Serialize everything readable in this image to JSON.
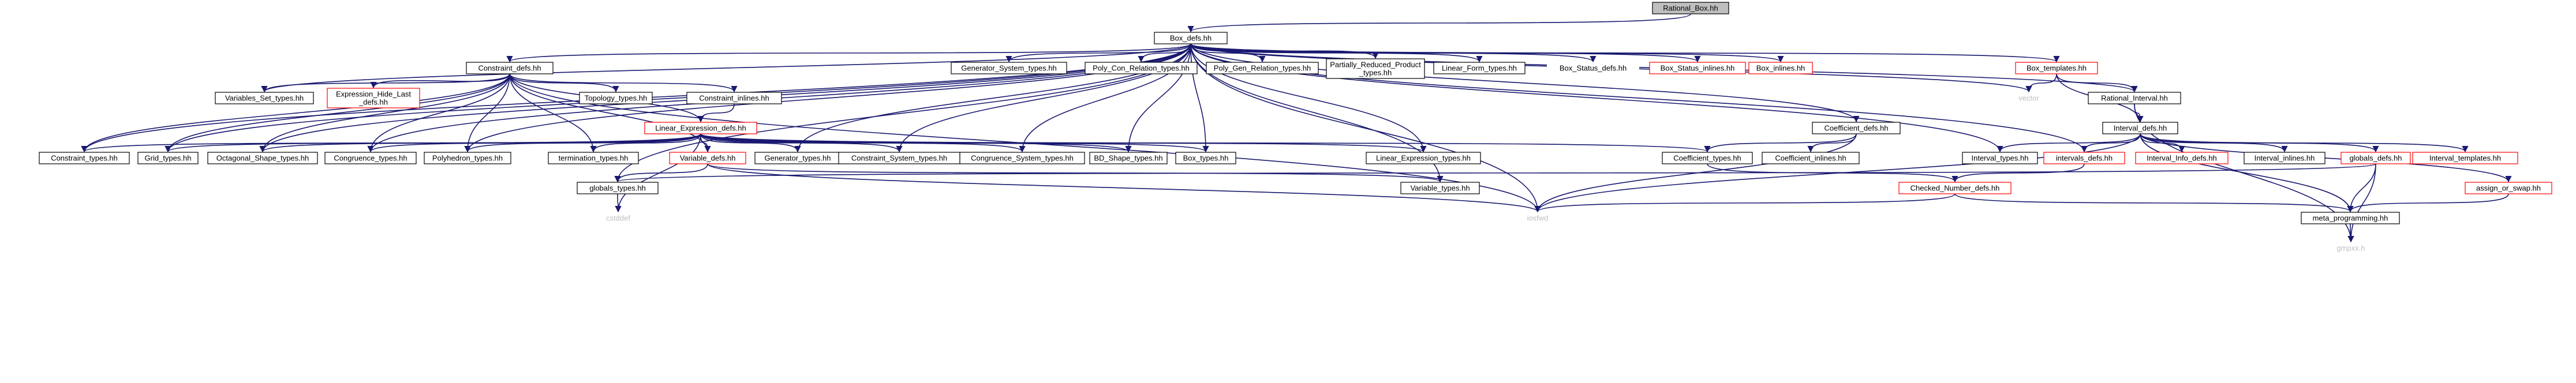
{
  "colors": {
    "edge": "#191970",
    "node_border": "#000000",
    "node_border_red": "#ff0000",
    "node_border_grey": "#bfbfbf",
    "node_fill": "#ffffff",
    "root_fill": "#bfbfbf",
    "text": "#000000",
    "text_grey": "#bfbfbf"
  },
  "nodes": {
    "rational_box": {
      "label": "Rational_Box.hh",
      "kind": "root"
    },
    "box_defs": {
      "label": "Box_defs.hh",
      "kind": "normal"
    },
    "constraint_defs": {
      "label": "Constraint_defs.hh",
      "kind": "normal"
    },
    "gen_sys_types": {
      "label": "Generator_System_types.hh",
      "kind": "normal"
    },
    "poly_con_rel": {
      "label": "Poly_Con_Relation_types.hh",
      "kind": "normal"
    },
    "poly_gen_rel": {
      "label": "Poly_Gen_Relation_types.hh",
      "kind": "normal"
    },
    "partially_reduced": {
      "label": "Partially_Reduced_Product\n_types.hh",
      "kind": "normal"
    },
    "linear_form_types": {
      "label": "Linear_Form_types.hh",
      "kind": "normal"
    },
    "box_status_defs": {
      "label": "Box_Status_defs.hh",
      "kind": "plain"
    },
    "box_status_inlines": {
      "label": "Box_Status_inlines.hh",
      "kind": "red"
    },
    "box_inlines": {
      "label": "Box_inlines.hh",
      "kind": "red"
    },
    "box_templates": {
      "label": "Box_templates.hh",
      "kind": "red"
    },
    "vector": {
      "label": "vector",
      "kind": "grey"
    },
    "rational_interval": {
      "label": "Rational_Interval.hh",
      "kind": "normal"
    },
    "variables_set_types": {
      "label": "Variables_Set_types.hh",
      "kind": "normal"
    },
    "expression_hide_last": {
      "label": "Expression_Hide_Last\n_defs.hh",
      "kind": "red"
    },
    "topology_types": {
      "label": "Topology_types.hh",
      "kind": "normal"
    },
    "constraint_inlines": {
      "label": "Constraint_inlines.hh",
      "kind": "normal"
    },
    "linear_expression_defs": {
      "label": "Linear_Expression_defs.hh",
      "kind": "red"
    },
    "coefficient_defs": {
      "label": "Coefficient_defs.hh",
      "kind": "normal"
    },
    "interval_defs": {
      "label": "Interval_defs.hh",
      "kind": "normal"
    },
    "constraint_types": {
      "label": "Constraint_types.hh",
      "kind": "normal"
    },
    "grid_types": {
      "label": "Grid_types.hh",
      "kind": "normal"
    },
    "octagonal_shape_types": {
      "label": "Octagonal_Shape_types.hh",
      "kind": "normal"
    },
    "congruence_types": {
      "label": "Congruence_types.hh",
      "kind": "normal"
    },
    "polyhedron_types": {
      "label": "Polyhedron_types.hh",
      "kind": "normal"
    },
    "termination_types": {
      "label": "termination_types.hh",
      "kind": "normal"
    },
    "variable_defs": {
      "label": "Variable_defs.hh",
      "kind": "red"
    },
    "generator_types": {
      "label": "Generator_types.hh",
      "kind": "normal"
    },
    "constraint_system_types": {
      "label": "Constraint_System_types.hh",
      "kind": "normal"
    },
    "congruence_system_types": {
      "label": "Congruence_System_types.hh",
      "kind": "normal"
    },
    "bd_shape_types": {
      "label": "BD_Shape_types.hh",
      "kind": "normal"
    },
    "box_types": {
      "label": "Box_types.hh",
      "kind": "normal"
    },
    "linear_expression_types": {
      "label": "Linear_Expression_types.hh",
      "kind": "normal"
    },
    "coefficient_types": {
      "label": "Coefficient_types.hh",
      "kind": "normal"
    },
    "coefficient_inlines": {
      "label": "Coefficient_inlines.hh",
      "kind": "normal"
    },
    "interval_types": {
      "label": "Interval_types.hh",
      "kind": "normal"
    },
    "intervals_defs": {
      "label": "intervals_defs.hh",
      "kind": "red"
    },
    "interval_info_defs": {
      "label": "Interval_Info_defs.hh",
      "kind": "red"
    },
    "interval_inlines": {
      "label": "Interval_inlines.hh",
      "kind": "normal"
    },
    "globals_defs": {
      "label": "globals_defs.hh",
      "kind": "red"
    },
    "interval_templates": {
      "label": "Interval_templates.hh",
      "kind": "red"
    },
    "assign_or_swap": {
      "label": "assign_or_swap.hh",
      "kind": "red"
    },
    "globals_types": {
      "label": "globals_types.hh",
      "kind": "normal"
    },
    "variable_types": {
      "label": "Variable_types.hh",
      "kind": "normal"
    },
    "checked_number_defs": {
      "label": "Checked_Number_defs.hh",
      "kind": "red"
    },
    "meta_programming": {
      "label": "meta_programming.hh",
      "kind": "normal"
    },
    "cstddef": {
      "label": "cstddef",
      "kind": "grey"
    },
    "iosfwd": {
      "label": "iosfwd",
      "kind": "grey"
    },
    "gmpxx": {
      "label": "gmpxx.h",
      "kind": "grey"
    }
  },
  "edges": [
    [
      "rational_box",
      "box_defs"
    ],
    [
      "box_defs",
      "constraint_defs"
    ],
    [
      "box_defs",
      "gen_sys_types"
    ],
    [
      "box_defs",
      "poly_con_rel"
    ],
    [
      "box_defs",
      "poly_gen_rel"
    ],
    [
      "box_defs",
      "partially_reduced"
    ],
    [
      "box_defs",
      "linear_form_types"
    ],
    [
      "box_defs",
      "box_status_defs"
    ],
    [
      "box_defs",
      "box_status_inlines"
    ],
    [
      "box_defs",
      "box_inlines"
    ],
    [
      "box_defs",
      "box_templates"
    ],
    [
      "box_defs",
      "vector"
    ],
    [
      "box_defs",
      "rational_interval"
    ],
    [
      "box_defs",
      "variables_set_types"
    ],
    [
      "box_defs",
      "coefficient_defs"
    ],
    [
      "box_defs",
      "interval_types"
    ],
    [
      "box_defs",
      "intervals_defs"
    ],
    [
      "box_defs",
      "constraint_types"
    ],
    [
      "box_defs",
      "grid_types"
    ],
    [
      "box_defs",
      "octagonal_shape_types"
    ],
    [
      "box_defs",
      "congruence_types"
    ],
    [
      "box_defs",
      "polyhedron_types"
    ],
    [
      "box_defs",
      "generator_types"
    ],
    [
      "box_defs",
      "constraint_system_types"
    ],
    [
      "box_defs",
      "congruence_system_types"
    ],
    [
      "box_defs",
      "bd_shape_types"
    ],
    [
      "box_defs",
      "box_types"
    ],
    [
      "box_defs",
      "linear_expression_types"
    ],
    [
      "box_defs",
      "globals_types"
    ],
    [
      "box_defs",
      "variable_types"
    ],
    [
      "box_defs",
      "iosfwd"
    ],
    [
      "box_templates",
      "vector"
    ],
    [
      "box_templates",
      "rational_interval"
    ],
    [
      "box_templates",
      "interval_defs"
    ],
    [
      "rational_interval",
      "interval_defs"
    ],
    [
      "rational_interval",
      "gmpxx"
    ],
    [
      "constraint_defs",
      "variables_set_types"
    ],
    [
      "constraint_defs",
      "expression_hide_last"
    ],
    [
      "constraint_defs",
      "topology_types"
    ],
    [
      "constraint_defs",
      "constraint_inlines"
    ],
    [
      "constraint_defs",
      "linear_expression_defs"
    ],
    [
      "constraint_defs",
      "constraint_types"
    ],
    [
      "constraint_defs",
      "grid_types"
    ],
    [
      "constraint_defs",
      "octagonal_shape_types"
    ],
    [
      "constraint_defs",
      "congruence_types"
    ],
    [
      "constraint_defs",
      "polyhedron_types"
    ],
    [
      "constraint_defs",
      "termination_types"
    ],
    [
      "constraint_defs",
      "variable_defs"
    ],
    [
      "constraint_defs",
      "iosfwd"
    ],
    [
      "constraint_inlines",
      "linear_expression_defs"
    ],
    [
      "linear_expression_defs",
      "constraint_types"
    ],
    [
      "linear_expression_defs",
      "grid_types"
    ],
    [
      "linear_expression_defs",
      "octagonal_shape_types"
    ],
    [
      "linear_expression_defs",
      "congruence_types"
    ],
    [
      "linear_expression_defs",
      "polyhedron_types"
    ],
    [
      "linear_expression_defs",
      "termination_types"
    ],
    [
      "linear_expression_defs",
      "variable_defs"
    ],
    [
      "linear_expression_defs",
      "generator_types"
    ],
    [
      "linear_expression_defs",
      "constraint_system_types"
    ],
    [
      "linear_expression_defs",
      "congruence_system_types"
    ],
    [
      "linear_expression_defs",
      "bd_shape_types"
    ],
    [
      "linear_expression_defs",
      "box_types"
    ],
    [
      "linear_expression_defs",
      "linear_expression_types"
    ],
    [
      "linear_expression_defs",
      "coefficient_types"
    ],
    [
      "linear_expression_defs",
      "cstddef"
    ],
    [
      "variable_defs",
      "globals_types"
    ],
    [
      "variable_defs",
      "variable_types"
    ],
    [
      "variable_defs",
      "iosfwd"
    ],
    [
      "globals_types",
      "cstddef"
    ],
    [
      "coefficient_defs",
      "coefficient_types"
    ],
    [
      "coefficient_defs",
      "coefficient_inlines"
    ],
    [
      "coefficient_defs",
      "iosfwd"
    ],
    [
      "coefficient_types",
      "checked_number_defs"
    ],
    [
      "interval_defs",
      "interval_types"
    ],
    [
      "interval_defs",
      "intervals_defs"
    ],
    [
      "interval_defs",
      "interval_info_defs"
    ],
    [
      "interval_defs",
      "interval_inlines"
    ],
    [
      "interval_defs",
      "globals_defs"
    ],
    [
      "interval_defs",
      "interval_templates"
    ],
    [
      "interval_defs",
      "assign_or_swap"
    ],
    [
      "interval_defs",
      "meta_programming"
    ],
    [
      "interval_defs",
      "iosfwd"
    ],
    [
      "intervals_defs",
      "checked_number_defs"
    ],
    [
      "globals_defs",
      "globals_types"
    ],
    [
      "globals_defs",
      "meta_programming"
    ],
    [
      "globals_defs",
      "gmpxx"
    ],
    [
      "assign_or_swap",
      "meta_programming"
    ],
    [
      "checked_number_defs",
      "meta_programming"
    ],
    [
      "checked_number_defs",
      "iosfwd"
    ],
    [
      "meta_programming",
      "gmpxx"
    ]
  ]
}
